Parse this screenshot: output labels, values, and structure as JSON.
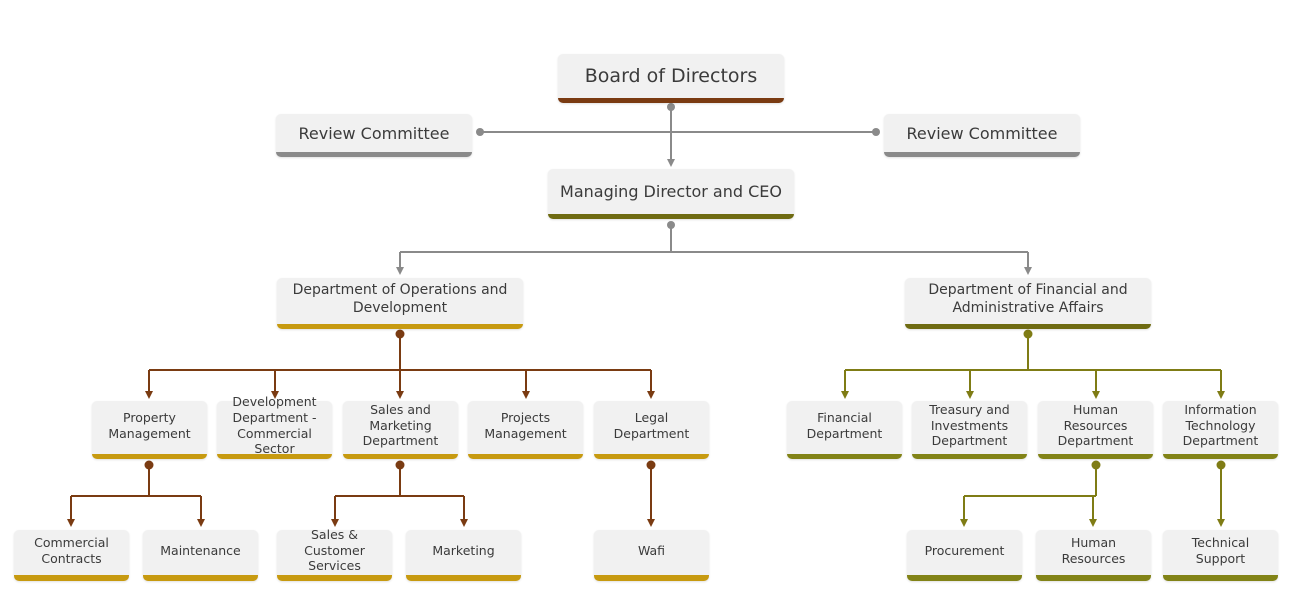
{
  "colors": {
    "brown": "#7a3b12",
    "olive": "#6f6b12",
    "gold": "#c79a10",
    "olive_light": "#828317",
    "gray": "#8a8a8a",
    "connector_brown": "#7a3b12",
    "connector_olive": "#7f7c15"
  },
  "org": {
    "board": "Board of Directors",
    "review_left": "Review Committee",
    "review_right": "Review Committee",
    "ceo": "Managing Director and CEO",
    "ops_dept": "Department of Operations and Development",
    "fin_dept": "Department of Financial and Administrative Affairs",
    "ops_units": {
      "property": "Property Management",
      "development": "Development Department - Commercial Sector",
      "sales": "Sales and Marketing Department",
      "projects": "Projects Management",
      "legal": "Legal Department"
    },
    "fin_units": {
      "financial": "Financial Department",
      "treasury": "Treasury and Investments Department",
      "hr": "Human Resources Department",
      "it": "Information Technology Department"
    },
    "sub_units": {
      "commercial_contracts": "Commercial Contracts",
      "maintenance": "Maintenance",
      "sales_customer": "Sales & Customer Services",
      "marketing": "Marketing",
      "wafi": "Wafi",
      "procurement": "Procurement",
      "human_resources": "Human Resources",
      "technical_support": "Technical Support"
    }
  }
}
